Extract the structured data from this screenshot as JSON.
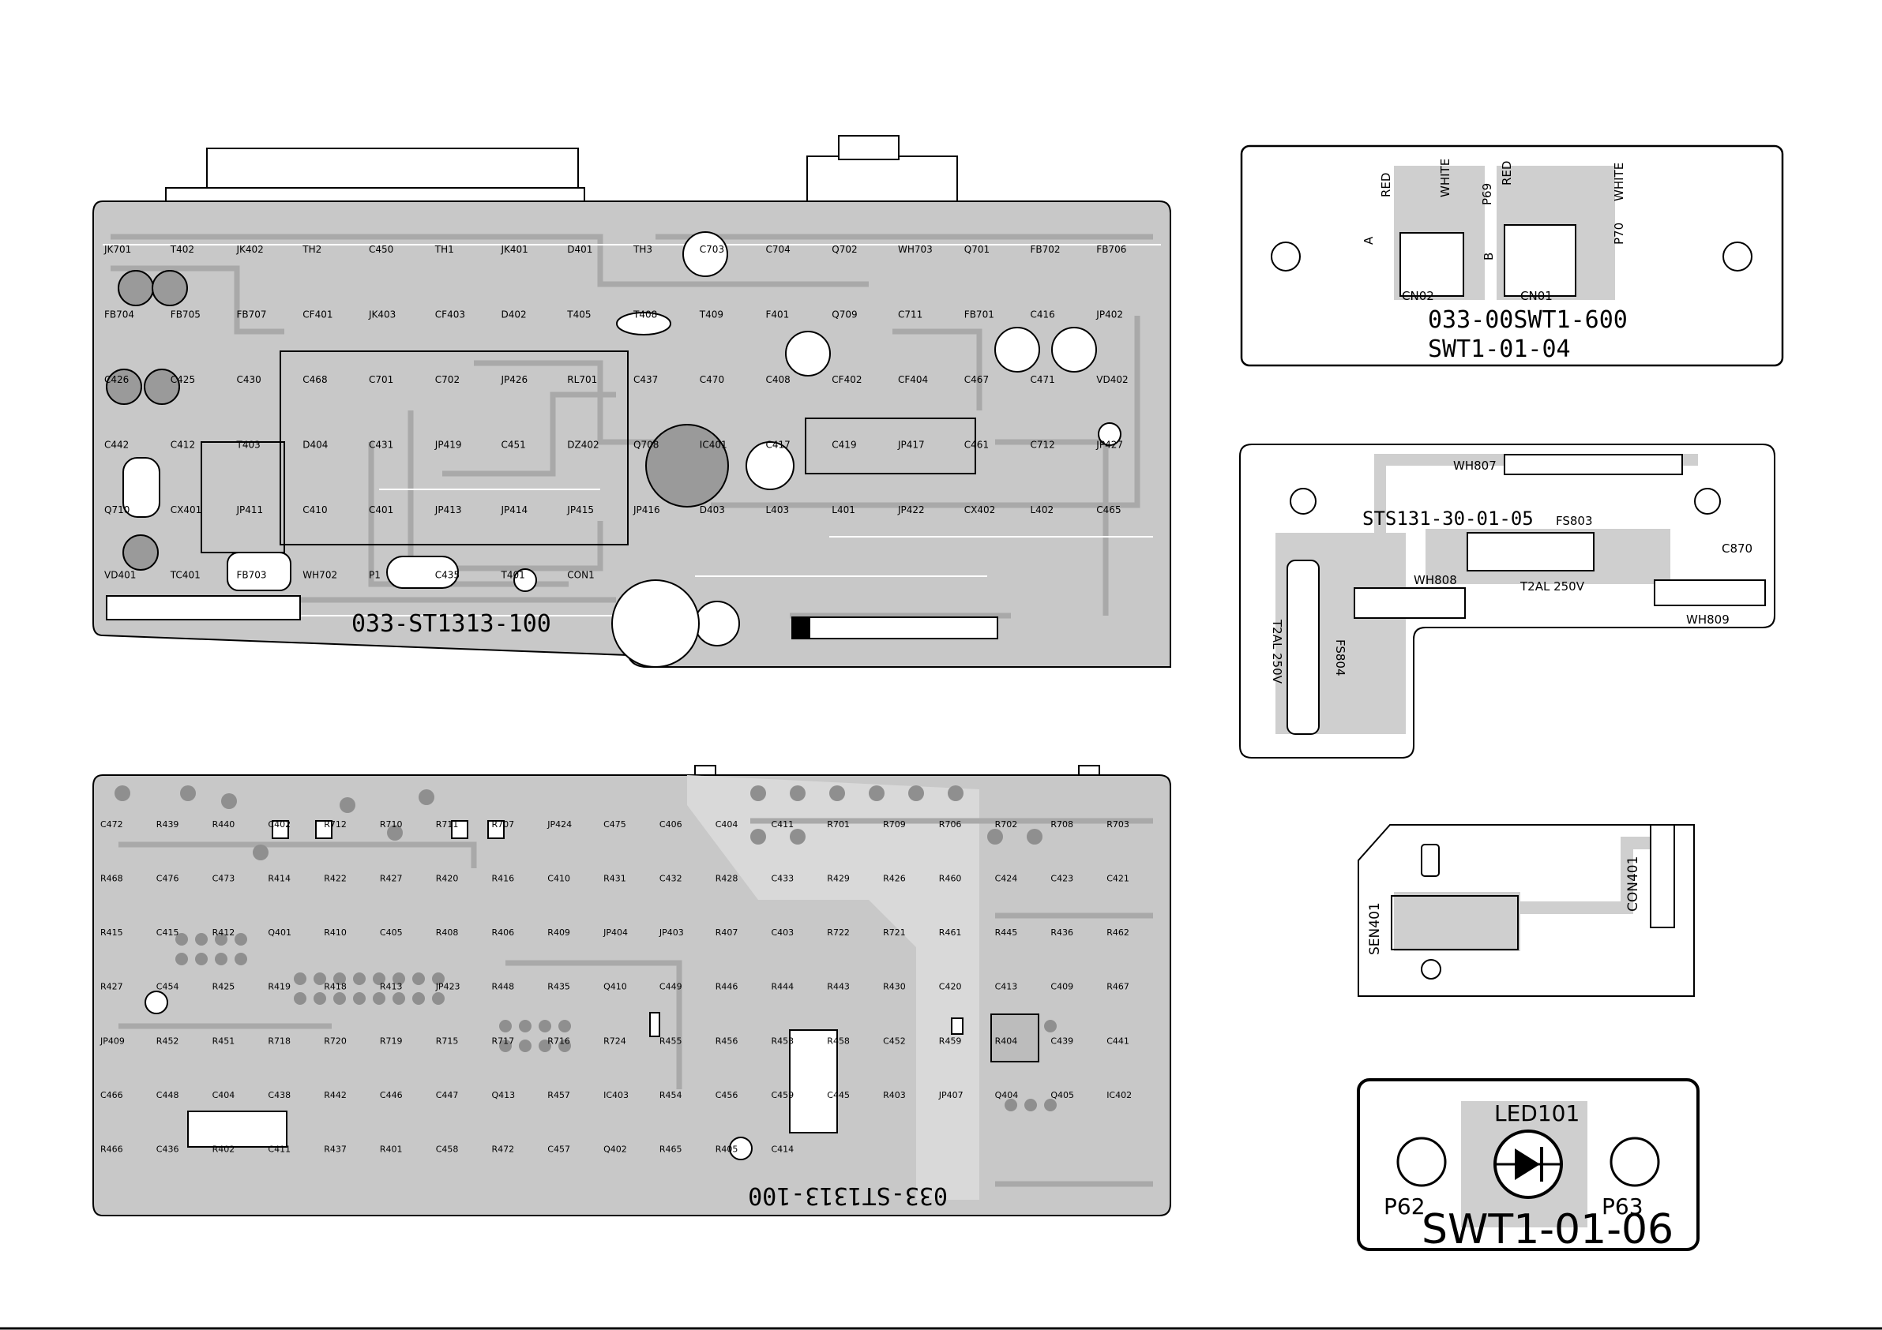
{
  "colors": {
    "copper": "#c8c8c8",
    "trace": "#a9a9a9",
    "outline": "#000000",
    "background": "#ffffff"
  },
  "main_top": {
    "code": "033-ST1313-100",
    "labels": [
      "JK701",
      "T402",
      "JK402",
      "TH2",
      "C450",
      "TH1",
      "JK401",
      "D401",
      "TH3",
      "C703",
      "C704",
      "Q702",
      "WH703",
      "Q701",
      "FB702",
      "FB706",
      "FB704",
      "FB705",
      "FB707",
      "CF401",
      "JK403",
      "CF403",
      "D402",
      "T405",
      "T408",
      "T409",
      "F401",
      "Q709",
      "C711",
      "FB701",
      "C416",
      "JP402",
      "C426",
      "C425",
      "C430",
      "C468",
      "C701",
      "C702",
      "JP426",
      "RL701",
      "C437",
      "C470",
      "C408",
      "CF402",
      "CF404",
      "C467",
      "C471",
      "VD402",
      "C442",
      "C412",
      "T403",
      "D404",
      "C431",
      "JP419",
      "C451",
      "DZ402",
      "Q708",
      "IC401",
      "C417",
      "C419",
      "JP417",
      "C461",
      "C712",
      "JP427",
      "Q710",
      "CX401",
      "JP411",
      "C410",
      "C401",
      "JP413",
      "JP414",
      "JP415",
      "JP416",
      "D403",
      "L403",
      "L401",
      "JP422",
      "CX402",
      "L402",
      "C465",
      "VD401",
      "TC401",
      "FB703",
      "WH702",
      "P1",
      "C435",
      "T401",
      "CON1"
    ]
  },
  "main_bottom": {
    "code": "033-ST1313-100",
    "labels": [
      "C472",
      "R439",
      "R440",
      "C402",
      "R712",
      "R710",
      "R711",
      "R707",
      "JP424",
      "C475",
      "C406",
      "C404",
      "C411",
      "R701",
      "R709",
      "R706",
      "R702",
      "R708",
      "R703",
      "R468",
      "C476",
      "C473",
      "R414",
      "R422",
      "R427",
      "R420",
      "R416",
      "C410",
      "R431",
      "C432",
      "R428",
      "C433",
      "R429",
      "R426",
      "R460",
      "C424",
      "C423",
      "C421",
      "R415",
      "C415",
      "R412",
      "Q401",
      "R410",
      "C405",
      "R408",
      "R406",
      "R409",
      "JP404",
      "JP403",
      "R407",
      "C403",
      "R722",
      "R721",
      "R461",
      "R445",
      "R436",
      "R462",
      "R427",
      "C454",
      "R425",
      "R419",
      "R418",
      "R413",
      "JP423",
      "R448",
      "R435",
      "Q410",
      "C449",
      "R446",
      "R444",
      "R443",
      "R430",
      "C420",
      "C413",
      "C409",
      "R467",
      "JP409",
      "R452",
      "R451",
      "R718",
      "R720",
      "R719",
      "R715",
      "R717",
      "R716",
      "R724",
      "R455",
      "R456",
      "R453",
      "R458",
      "C452",
      "R459",
      "R404",
      "C439",
      "C441",
      "C466",
      "C448",
      "C404",
      "C438",
      "R442",
      "C446",
      "C447",
      "Q413",
      "R457",
      "IC403",
      "R454",
      "C456",
      "C459",
      "C445",
      "R403",
      "JP407",
      "Q404",
      "Q405",
      "IC402",
      "R466",
      "C436",
      "R402",
      "C411",
      "R437",
      "R401",
      "C458",
      "R472",
      "C457",
      "Q402",
      "R465",
      "R405",
      "C414"
    ]
  },
  "board_swt600": {
    "code": "033-00SWT1-600",
    "part": "SWT1-01-04",
    "labels": [
      "RED",
      "WHITE",
      "P69",
      "RED",
      "P70",
      "WHITE",
      "A",
      "B",
      "CN02",
      "CN01"
    ]
  },
  "board_sts131": {
    "code": "STS131-30-01-05",
    "labels": [
      "WH807",
      "FS803",
      "C870",
      "WH808",
      "T2AL 250V",
      "WH809",
      "T2AL 250V",
      "FS804"
    ]
  },
  "board_sen": {
    "labels": [
      "SEN401",
      "CON401"
    ]
  },
  "board_led": {
    "code": "SWT1-01-06",
    "labels": [
      "LED101",
      "P62",
      "P63"
    ]
  }
}
